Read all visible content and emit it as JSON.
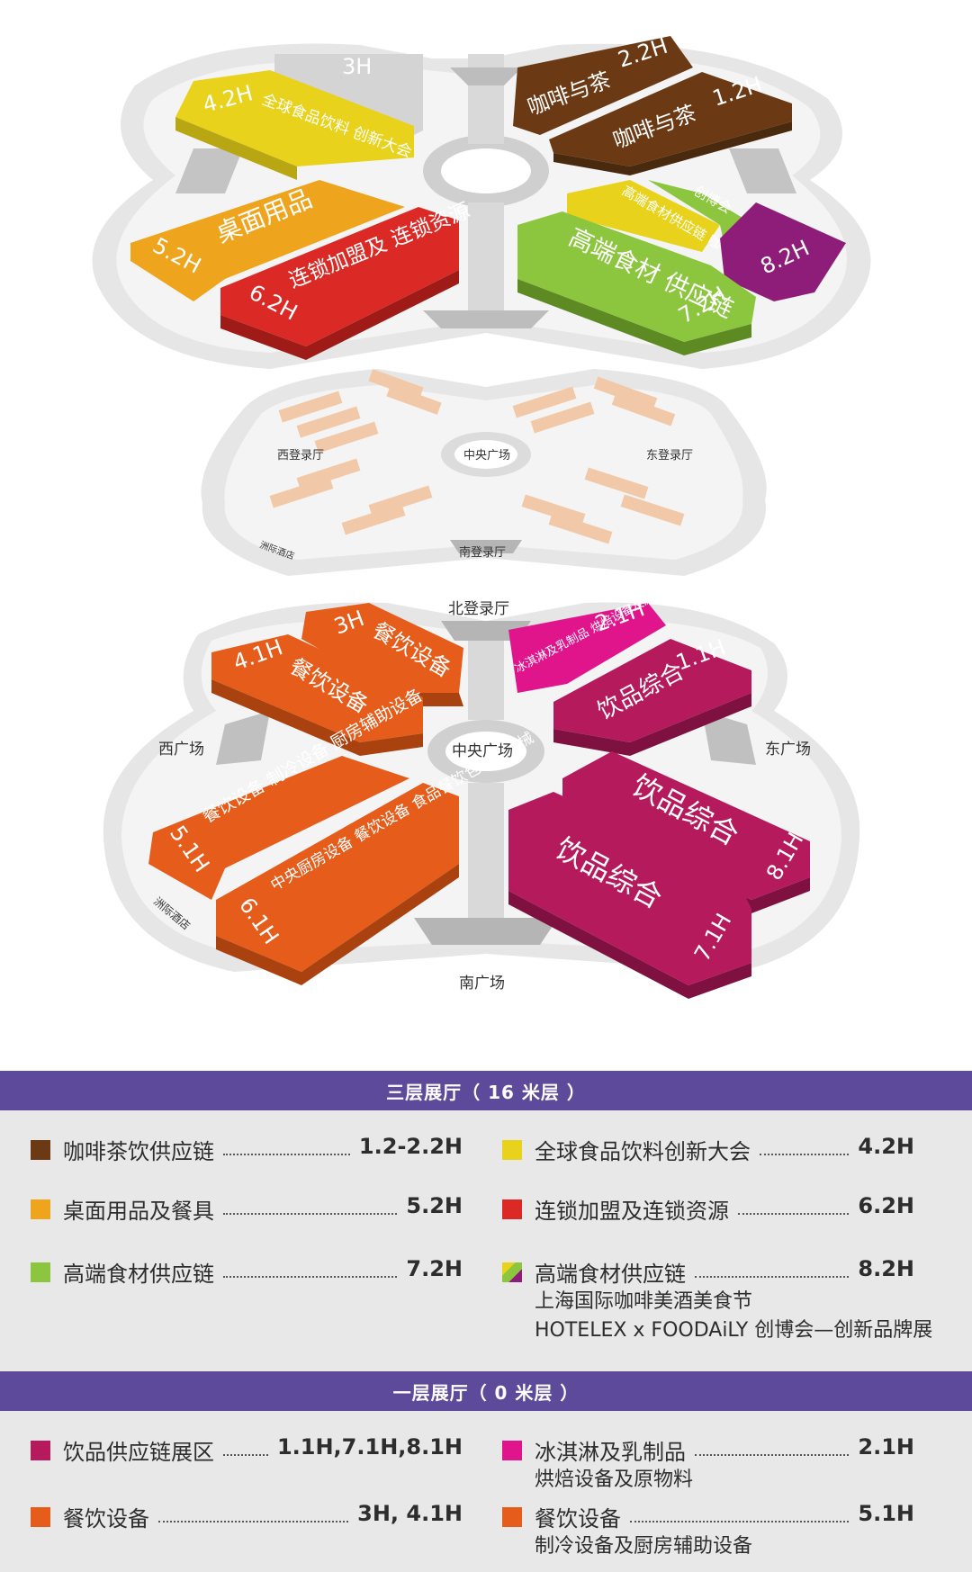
{
  "map": {
    "upper_halls": [
      {
        "code": "3H",
        "label": "",
        "color": "#d4d4d4"
      },
      {
        "code": "4.2H",
        "label": "全球食品饮料 创新大会",
        "color": "#e8d21c"
      },
      {
        "code": "2.2H",
        "label": "咖啡与茶",
        "color": "#6b3a14"
      },
      {
        "code": "1.2H",
        "label": "咖啡与茶",
        "color": "#6b3a14"
      },
      {
        "code": "5.2H",
        "label": "桌面用品",
        "color": "#eea51d"
      },
      {
        "code": "6.2H",
        "label": "连锁加盟及 连锁资源",
        "color": "#db2a26"
      },
      {
        "code": "7.2H",
        "label": "高端食材 供应链",
        "color": "#8cc63f"
      },
      {
        "code": "8.2H",
        "label": "",
        "color": "#8e1d7a"
      },
      {
        "code": "",
        "label": "高端食材供应链 咖啡美酒美食节",
        "color": "#e8d21c"
      },
      {
        "code": "",
        "label": "创博会",
        "color": "#8cc63f"
      }
    ],
    "middle_labels": [
      "西登录厅",
      "中央广场",
      "东登录厅",
      "南登录厅",
      "洲际酒店"
    ],
    "lower_halls": [
      {
        "code": "3H",
        "label": "餐饮设备",
        "color": "#e65c1a"
      },
      {
        "code": "4.1H",
        "label": "餐饮设备",
        "color": "#e65c1a"
      },
      {
        "code": "2.1H",
        "label": "冰淇淋及乳制品 烘焙设备及原物料",
        "color": "#e0158c"
      },
      {
        "code": "1.1H",
        "label": "饮品综合",
        "color": "#b51a5c"
      },
      {
        "code": "5.1H",
        "label": "餐饮设备 制冷设备 厨房辅助设备",
        "color": "#e65c1a"
      },
      {
        "code": "6.1H",
        "label": "中央厨房设备 餐饮设备 食品餐饮包装及机械",
        "color": "#e65c1a"
      },
      {
        "code": "8.1H",
        "label": "饮品综合",
        "color": "#b51a5c"
      },
      {
        "code": "7.1H",
        "label": "饮品综合",
        "color": "#b51a5c"
      }
    ],
    "lower_labels": [
      "北登录厅",
      "西广场",
      "中央广场",
      "东广场",
      "南广场",
      "洲际酒店"
    ]
  },
  "legend_upper": {
    "title": "三层展厅（ 16 米层 ）",
    "items": [
      {
        "label": "咖啡茶饮供应链",
        "value": "1.2-2.2H",
        "color": "#6b3a14"
      },
      {
        "label": "全球食品饮料创新大会",
        "value": "4.2H",
        "color": "#e8d21c"
      },
      {
        "label": "桌面用品及餐具",
        "value": "5.2H",
        "color": "#eea51d"
      },
      {
        "label": "连锁加盟及连锁资源",
        "value": "6.2H",
        "color": "#db2a26"
      },
      {
        "label": "高端食材供应链",
        "value": "7.2H",
        "color": "#8cc63f"
      },
      {
        "label": "高端食材供应链",
        "value": "8.2H",
        "color": "#8e1d7a"
      }
    ],
    "extra_lines": [
      "上海国际咖啡美酒美食节",
      "HOTELEX x FOODAiLY 创博会—创新品牌展"
    ]
  },
  "legend_lower": {
    "title": "一层展厅（ 0 米层 ）",
    "items": [
      {
        "label": "饮品供应链展区",
        "value": "1.1H,7.1H,8.1H",
        "color": "#b51a5c"
      },
      {
        "label": "冰淇淋及乳制品",
        "value": "2.1H",
        "color": "#e0158c"
      },
      {
        "label": "餐饮设备",
        "value": "3H, 4.1H",
        "color": "#e65c1a"
      },
      {
        "label": "餐饮设备",
        "value": "5.1H",
        "color": "#e65c1a"
      }
    ],
    "extra_lines": [
      "烘焙设备及原物料",
      "制冷设备及厨房辅助设备"
    ]
  }
}
